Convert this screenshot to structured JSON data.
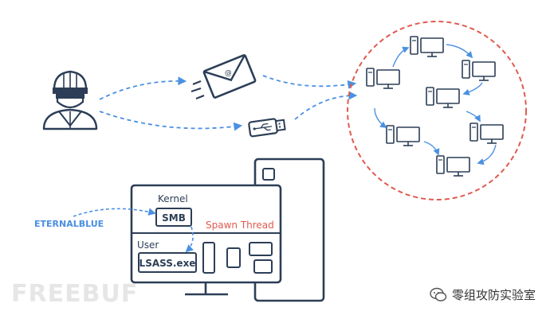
{
  "labels": {
    "kernel": "Kernel",
    "smb": "SMB",
    "spawn_thread": "Spawn Thread",
    "user": "User",
    "lsass": "LSASS.exe",
    "exploit": "ETERNALBLUE"
  },
  "watermark": {
    "brand": "FREEBUF",
    "channel": "零组攻防实验室"
  },
  "icons": {
    "attacker": "hacker-icon",
    "email": "email-icon",
    "usb": "usb-drive-icon",
    "network": "infected-network-icon",
    "computer": "computer-icon",
    "wechat": "wechat-icon"
  },
  "colors": {
    "outline": "#2c3e57",
    "arrow": "#4a90e2",
    "accent_red": "#e05a4f",
    "exploit_label": "#4a8ee0",
    "watermark": "#e6e6e6"
  }
}
